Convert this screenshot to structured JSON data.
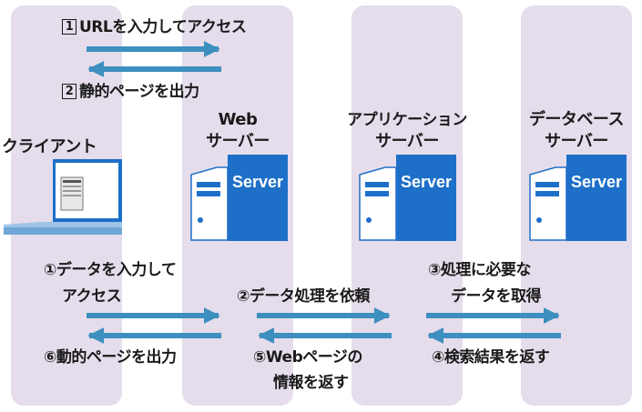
{
  "colors": {
    "lane": "#e5ddeb",
    "arrow": "#3c8fbf",
    "server_blue": "#1e6fc8"
  },
  "top_messages": [
    {
      "num": "1",
      "text": "URLを入力してアクセス"
    },
    {
      "num": "2",
      "text": "静的ページを出力"
    }
  ],
  "components": {
    "client": {
      "label": "クライアント"
    },
    "web": {
      "line1": "Web",
      "line2": "サーバー"
    },
    "app": {
      "line1": "アプリケーション",
      "line2": "サーバー"
    },
    "db": {
      "line1": "データベース",
      "line2": "サーバー"
    }
  },
  "server_badge": "Server",
  "bottom_messages": {
    "m1": {
      "line1": "①データを入力して",
      "line2": "アクセス"
    },
    "m2": "②データ処理を依頼",
    "m3": {
      "line1": "③処理に必要な",
      "line2": "データを取得"
    },
    "m4": "④検索結果を返す",
    "m5": {
      "line1": "⑤Webページの",
      "line2": "情報を返す"
    },
    "m6": "⑥動的ページを出力"
  }
}
